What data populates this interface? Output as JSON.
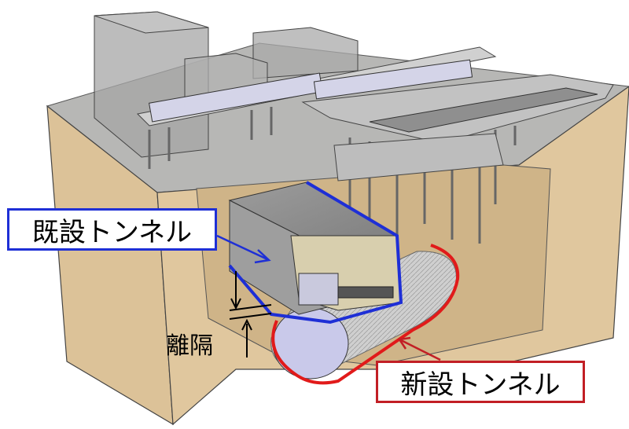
{
  "labels": {
    "existing_tunnel": "既設トンネル",
    "new_tunnel": "新設トンネル",
    "separation": "離隔"
  },
  "colors": {
    "existing_outline": "#1e2fd6",
    "new_outline": "#c21f25",
    "soil": "#dcc298",
    "ground_top": "#b9b9b7",
    "building": "#a4a4a4",
    "tunnel_shell": "#c7c7c7",
    "tunnel_inner": "#c9c9ea"
  }
}
